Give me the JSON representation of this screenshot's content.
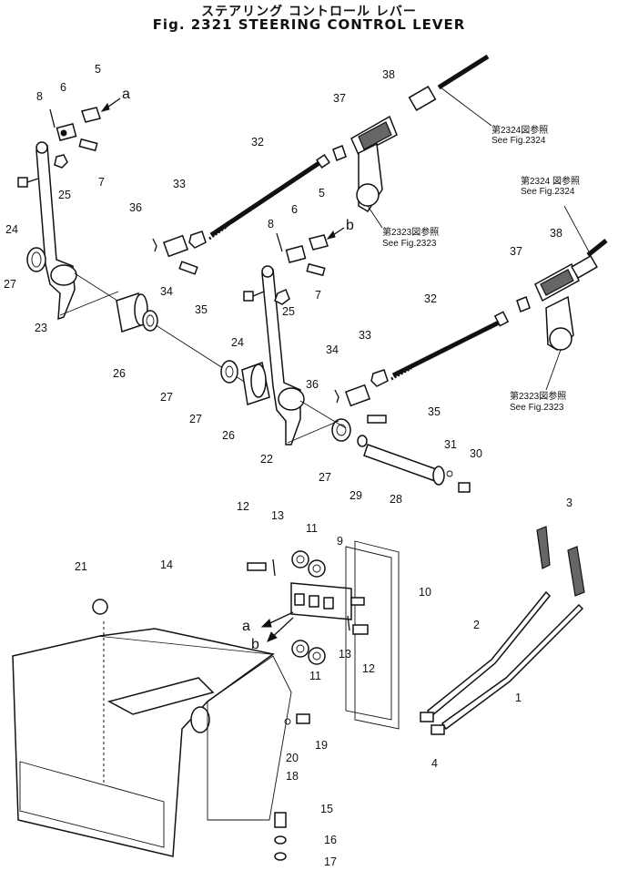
{
  "title": {
    "jp": "ステアリング コントロール レバー",
    "en": "Fig. 2321  STEERING  CONTROL  LEVER"
  },
  "callouts": {
    "c1": "1",
    "c2": "2",
    "c3": "3",
    "c4": "4",
    "c5a": "5",
    "c5b": "5",
    "c6a": "6",
    "c6b": "6",
    "c7a": "7",
    "c7b": "7",
    "c8a": "8",
    "c8b": "8",
    "c9": "9",
    "c10": "10",
    "c11a": "11",
    "c11b": "11",
    "c12a": "12",
    "c12b": "12",
    "c13a": "13",
    "c13b": "13",
    "c14": "14",
    "c15": "15",
    "c16": "16",
    "c17": "17",
    "c18": "18",
    "c19": "19",
    "c20": "20",
    "c21": "21",
    "c22": "22",
    "c23": "23",
    "c24a": "24",
    "c24b": "24",
    "c25a": "25",
    "c25b": "25",
    "c26a": "26",
    "c26b": "26",
    "c27a": "27",
    "c27b": "27",
    "c27c": "27",
    "c27d": "27",
    "c28": "28",
    "c29": "29",
    "c30": "30",
    "c31": "31",
    "c32a": "32",
    "c32b": "32",
    "c33a": "33",
    "c33b": "33",
    "c34a": "34",
    "c34b": "34",
    "c35a": "35",
    "c35b": "35",
    "c36a": "36",
    "c36b": "36",
    "c37a": "37",
    "c37b": "37",
    "c38a": "38",
    "c38b": "38"
  },
  "connectors": {
    "a_top": "a",
    "b_mid": "b",
    "a_lower": "a",
    "b_lower": "b"
  },
  "references": {
    "r2324_top_jp": "第2324図参照",
    "r2324_top_en": "See  Fig.2324",
    "r2323_top_jp": "第2323図参照",
    "r2323_top_en": "See  Fig.2323",
    "r2324_right_jp": "第2324 図参照",
    "r2324_right_en": "See  Fig.2324",
    "r2323_right_jp": "第2323図参照",
    "r2323_right_en": "See  Fig.2323"
  }
}
